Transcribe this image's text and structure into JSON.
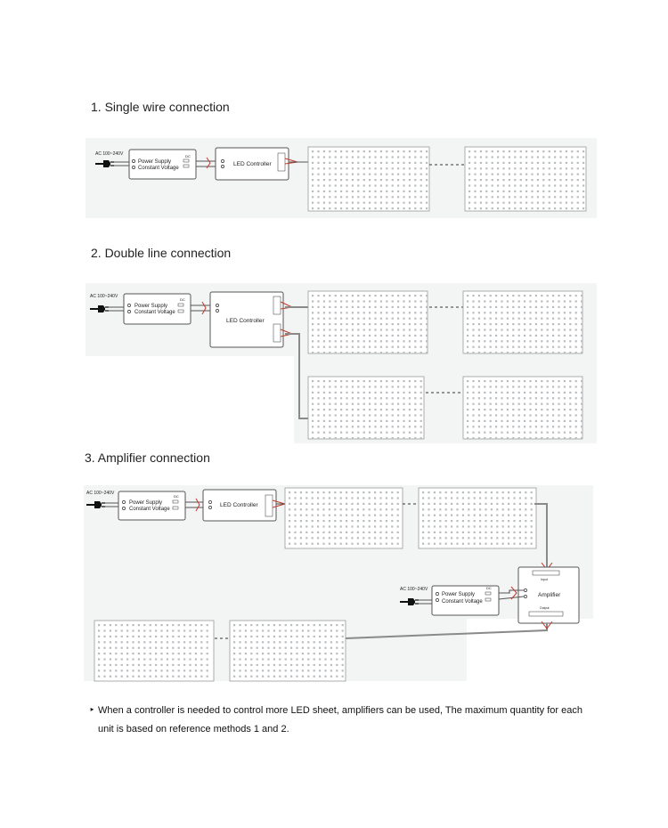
{
  "sections": [
    {
      "heading": "1. Single wire connection"
    },
    {
      "heading": "2. Double line connection"
    },
    {
      "heading": "3. Amplifier connection"
    }
  ],
  "devices": {
    "ac_input": "AC 100~240V",
    "psu_line1": "Power Supply",
    "psu_line2": "Constant Voltage",
    "psu_dc": "DC",
    "controller": "LED Controller",
    "amplifier": "Amplifier",
    "amp_input": "Input",
    "amp_output": "Output"
  },
  "colors": {
    "panel": "#f3f4f4",
    "wire": "#555555",
    "signal_wire": "#8a8a8a",
    "polarity": "#c0392b"
  },
  "note": {
    "bullet": "‣",
    "text": "When a controller is needed to control more LED sheet, amplifiers can be used, The maximum quantity for each unit is based on reference methods 1 and 2."
  }
}
